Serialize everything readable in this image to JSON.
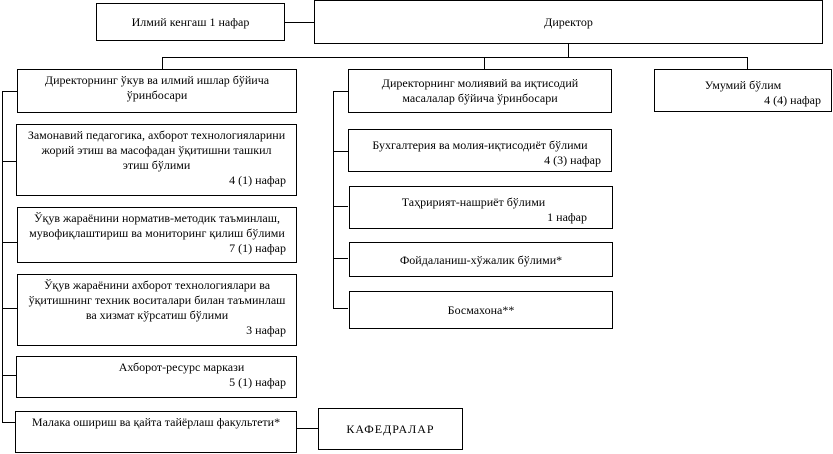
{
  "top": {
    "council": "Илмий кенгаш  1 нафар",
    "director": "Директор"
  },
  "left": {
    "deputy": "Директорнинг ўкув ва илмий ишлар бўйича ўринбосари",
    "units": [
      {
        "name": "Замонавий педагогика, ахборот технологияларини жорий этиш ва масофадан ўқитишни ташкил этиш бўлими",
        "count": "4 (1) нафар"
      },
      {
        "name": "Ўқув жараёнини норматив-методик таъминлаш, мувофиқлаштириш ва мониторинг қилиш бўлими",
        "count": "7 (1) нафар"
      },
      {
        "name": "Ўқув жараёнини ахборот технологиялари ва ўқитишнинг техник воситалари билан таъминлаш ва хизмат кўрсатиш бўлими",
        "count": "3 нафар"
      },
      {
        "name": "Ахборот-ресурс маркази",
        "count": "5 (1) нафар"
      },
      {
        "name": "Малака ошириш ва қайта тайёрлаш факультети*"
      }
    ],
    "departments": "КАФЕДРАЛАР"
  },
  "middle": {
    "deputy": "Директорнинг молиявий ва иқтисодий масалалар бўйича ўринбосари",
    "units": [
      {
        "name": "Бухгалтерия ва молия-иқтисодиёт бўлими",
        "count": "4 (3) нафар"
      },
      {
        "name": "Таҳририят-нашриёт бўлими",
        "count": "1 нафар"
      },
      {
        "name": "Фойдаланиш-хўжалик бўлими*"
      },
      {
        "name": "Босмахона**"
      }
    ]
  },
  "right": {
    "name": "Умумий бўлим",
    "count": "4 (4) нафар"
  }
}
